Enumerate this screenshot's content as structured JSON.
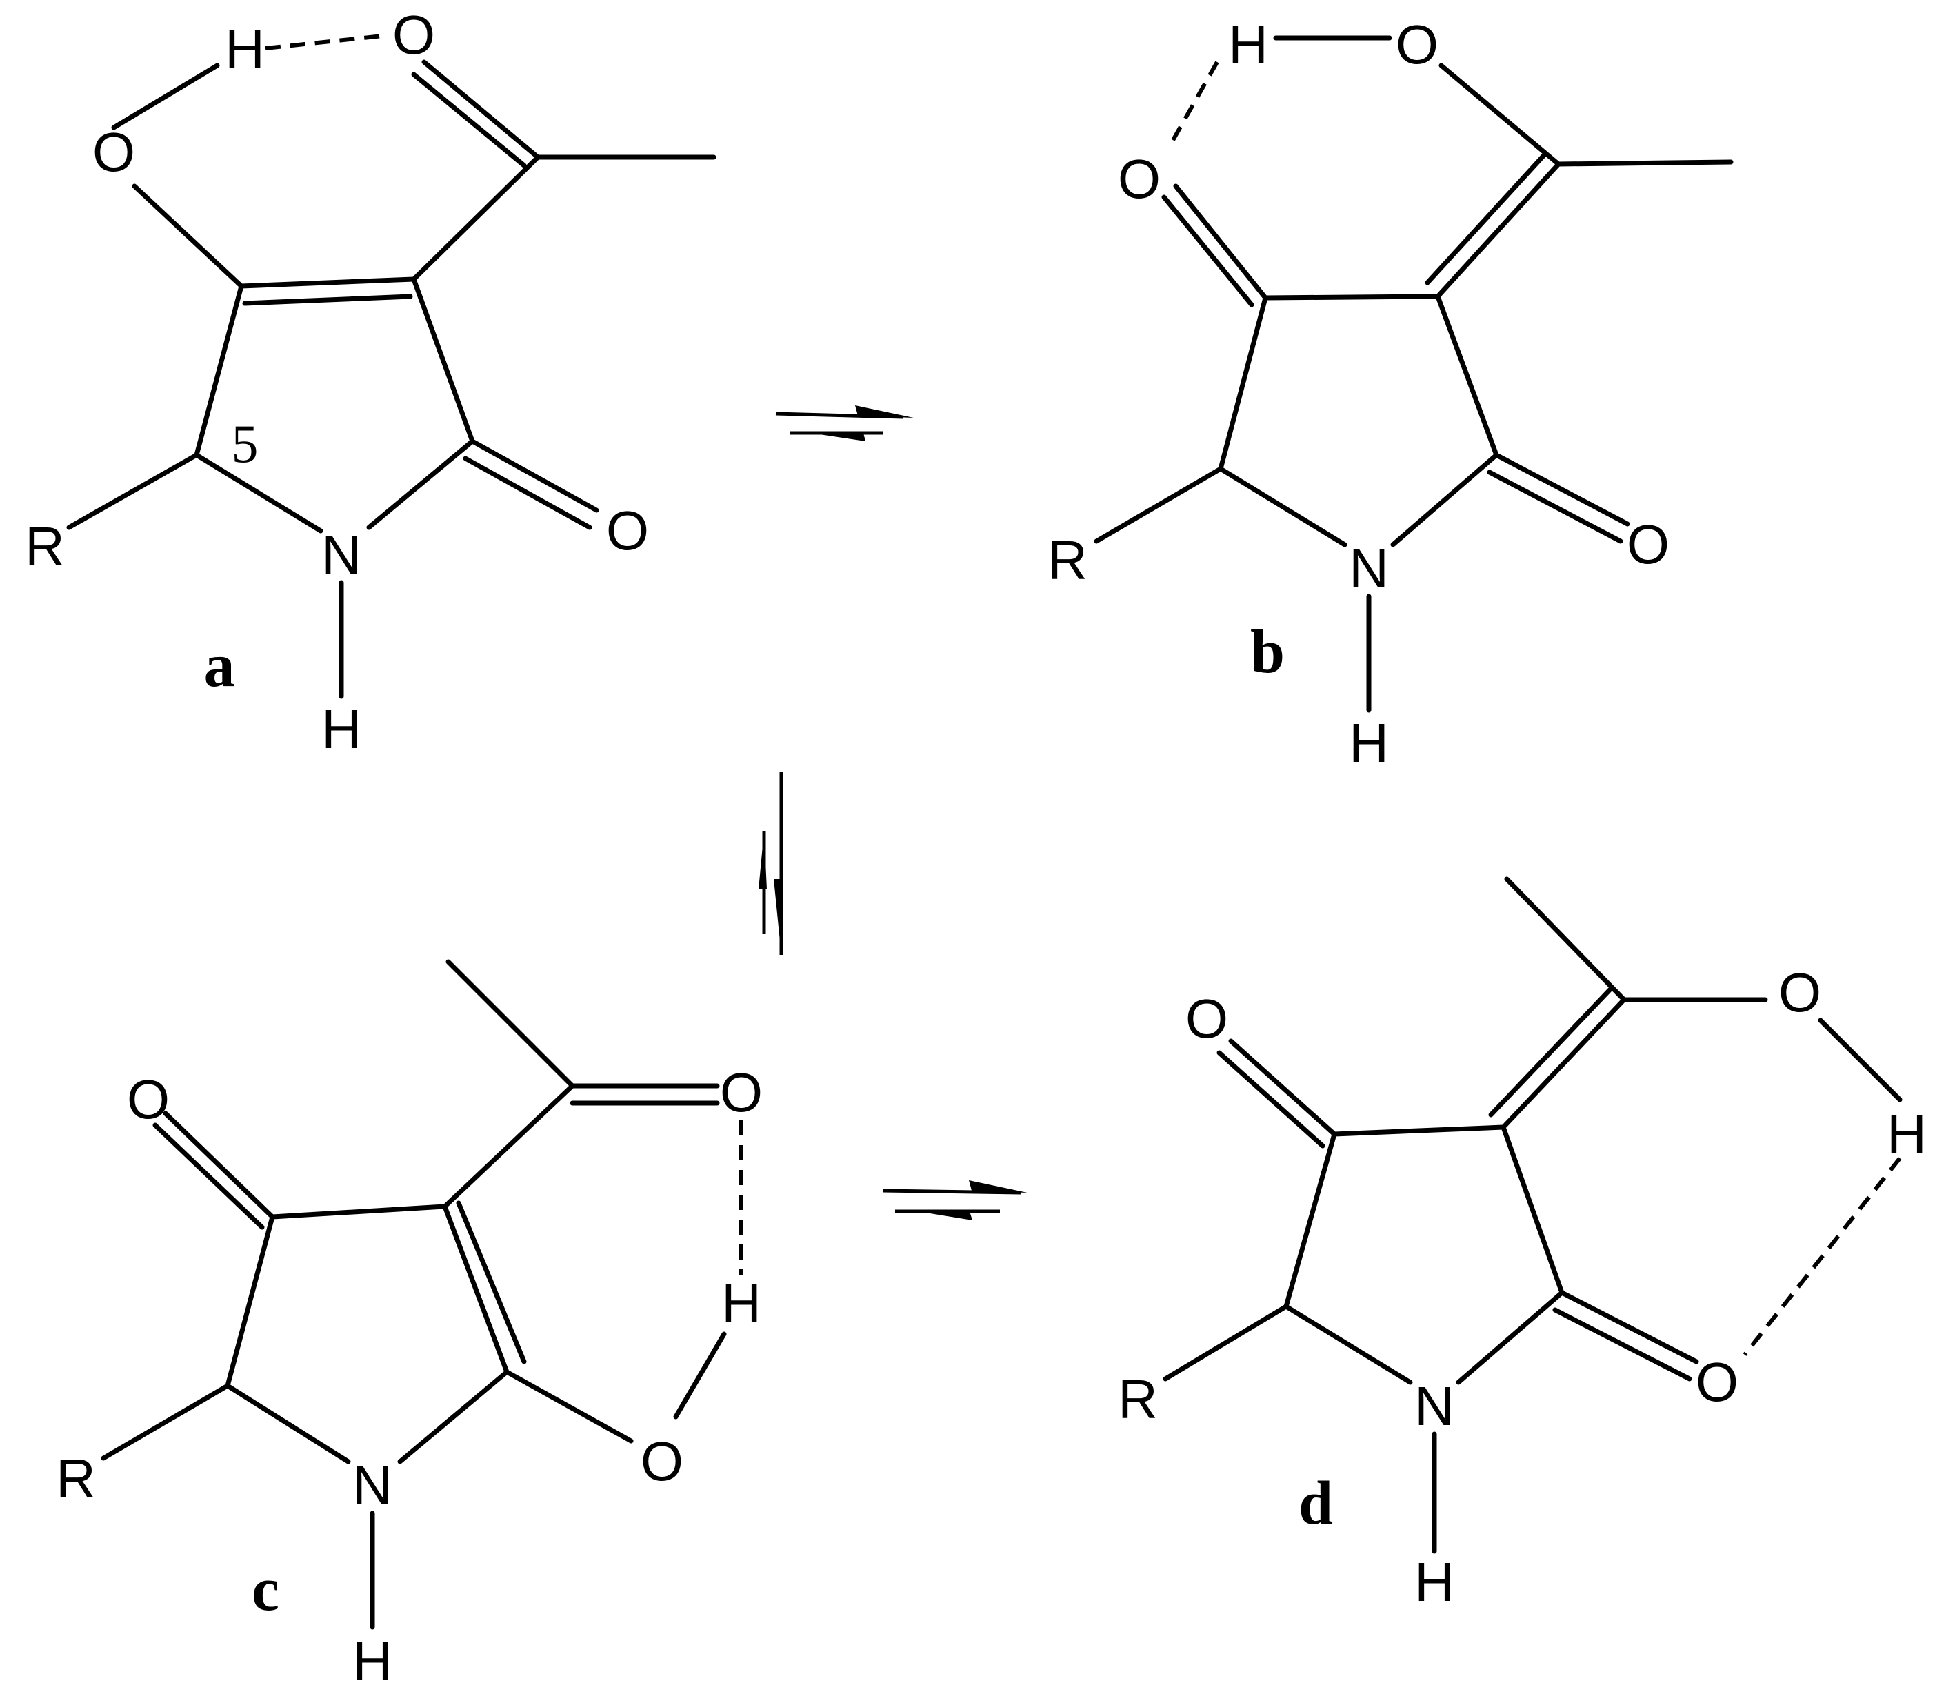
{
  "atoms": {
    "O": "O",
    "N": "N",
    "H": "H",
    "R": "R"
  },
  "locant": "5",
  "captions": {
    "a": "a",
    "b": "b",
    "c": "c",
    "d": "d"
  }
}
